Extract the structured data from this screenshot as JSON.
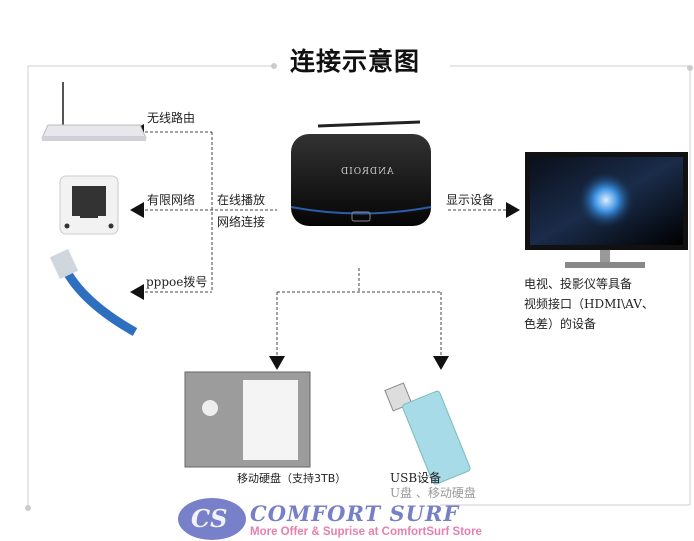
{
  "title": "连接示意图",
  "left_labels": {
    "wireless": "无线路由",
    "wired": "有限网络",
    "pppoe": "pppoe拨号",
    "center_line1": "在线播放",
    "center_line2": "网络连接"
  },
  "device": {
    "brand": "ANDROID"
  },
  "display": {
    "arrow_label": "显示设备",
    "desc_lines": [
      "电视、投影仪等具备",
      "视频接口（HDMI\\AV、",
      "色差）的设备"
    ]
  },
  "storage": {
    "hdd_label": "移动硬盘（支持3TB）",
    "usb_label": "USB设备",
    "usb_sub": "U盘 、移动硬盘"
  },
  "watermark": {
    "logo": "CS",
    "brand": "COMFORT SURF",
    "tagline": "More Offer & Suprise at ComfortSurf Store"
  },
  "colors": {
    "line": "#444444",
    "frame": "#cccccc",
    "watermark_blue": "#4a55b5",
    "watermark_pink": "#e0609a",
    "usb_body": "#a8dbe8"
  }
}
